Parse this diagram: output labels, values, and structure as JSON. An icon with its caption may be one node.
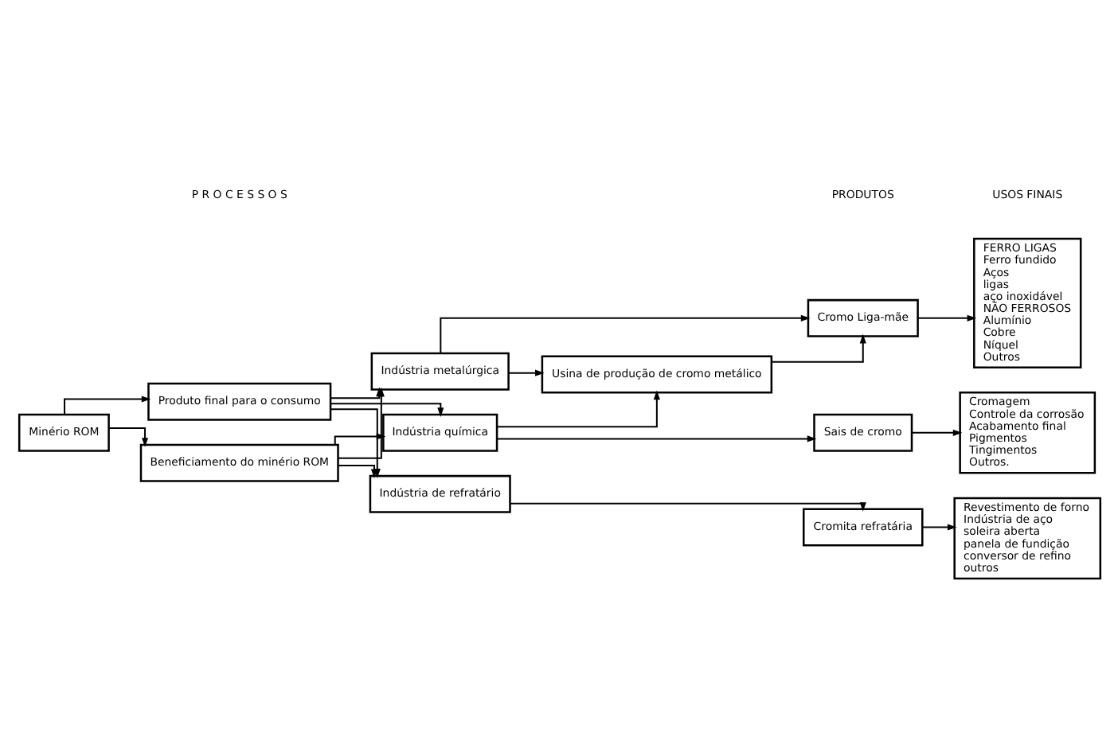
{
  "diagram": {
    "nodes": [
      {
        "text": [
          "Minério ROM"
        ]
      },
      {
        "text": [
          "Produto final para o consumo"
        ]
      },
      {
        "text": [
          "Beneficiamento do minério ROM"
        ]
      },
      {
        "text": [
          "Indústria metalúrgica"
        ]
      },
      {
        "text": [
          "Usina de produção de cromo metálico"
        ]
      },
      {
        "text": [
          "Indústria química"
        ]
      },
      {
        "text": [
          "Indústria de refratário"
        ]
      },
      {
        "text": [
          "Cromo Liga-mãe"
        ]
      },
      {
        "text": [
          "Sais de cromo"
        ]
      },
      {
        "text": [
          "Cromita refratária"
        ]
      },
      {
        "text": [
          "FERRO LIGAS",
          "Ferro fundido",
          "Aços",
          "ligas",
          "aço inoxidável",
          "NÃO FERROSOS",
          "Alumínio",
          "Cobre",
          "Níquel",
          "Outros"
        ]
      },
      {
        "text": [
          "Cromagem",
          "Controle da corrosão",
          "Acabamento final",
          "Pigmentos",
          "Tingimentos",
          "Outros."
        ]
      },
      {
        "text": [
          "Revestimento de forno",
          "Indústria de aço",
          "soleira aberta",
          "panela de fundição",
          "conversor de refino",
          "outros"
        ]
      }
    ],
    "edges": [
      {
        "from": 0,
        "to": 1,
        "arrow": "to"
      },
      {
        "from": 0,
        "to": 2,
        "arrow": "to"
      },
      {
        "from": 1,
        "to": 3,
        "arrow": "to"
      },
      {
        "from": 1,
        "to": 5,
        "arrow": "to"
      },
      {
        "from": 1,
        "to": 6,
        "arrow": "to"
      },
      {
        "from": 2,
        "to": 3,
        "arrow": "to"
      },
      {
        "from": 2,
        "to": 5,
        "arrow": "to"
      },
      {
        "from": 2,
        "to": 6,
        "arrow": "to"
      },
      {
        "from": 3,
        "to": 4,
        "arrow": "to"
      },
      {
        "from": 5,
        "to": 4,
        "arrow": "to"
      },
      {
        "from": 3,
        "to": 7,
        "arrow": "to"
      },
      {
        "from": 4,
        "to": 7,
        "arrow": "to"
      },
      {
        "from": 5,
        "to": 8,
        "arrow": "to"
      },
      {
        "from": 6,
        "to": 9,
        "arrow": "to"
      },
      {
        "from": 7,
        "to": 10,
        "arrow": "to"
      },
      {
        "from": 8,
        "to": 11,
        "arrow": "to"
      },
      {
        "from": 9,
        "to": 12,
        "arrow": "to"
      }
    ],
    "labels": [
      "P R O C E S S O S",
      "PRODUTOS",
      "USOS FINAIS"
    ]
  }
}
